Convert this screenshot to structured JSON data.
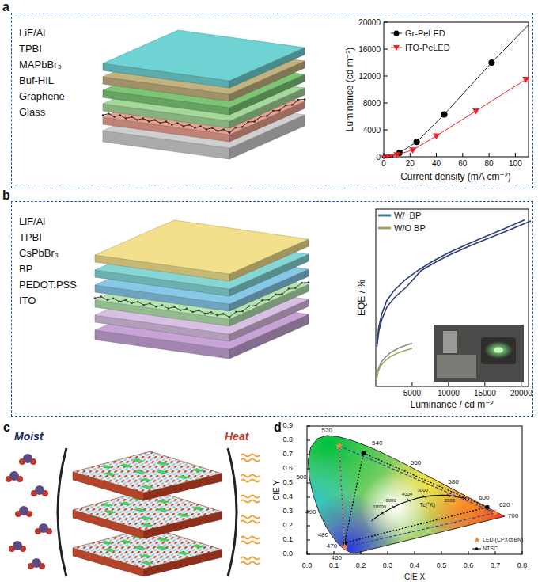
{
  "diagram": {
    "nodes": [
      {
        "text": [
          "a"
        ]
      },
      {
        "text": [
          "b"
        ]
      }
    ],
    "labels": [
      "LiF/Al",
      "TPBI",
      "MAPbBr₃",
      "Buf-HIL",
      "Graphene",
      "Glass",
      "Luminance (cd m⁻²)",
      "0",
      "4000",
      "8000",
      "12000",
      "16000",
      "20000",
      "0",
      "20",
      "40",
      "60",
      "80",
      "100",
      "Current density (mA cm⁻²)",
      "LiF/Al",
      "TPBI",
      "CsPbBr₃",
      "BP",
      "PEDOT:PSS",
      "ITO",
      "EQE / %",
      "5000",
      "10000",
      "15000",
      "20000",
      "Luminance / cd m⁻²",
      "c",
      "Moist",
      "Heat",
      "d",
      "CIE Y",
      "0.0",
      "0.1",
      "0.2",
      "0.3",
      "0.4",
      "0.5",
      "0.6",
      "0.7",
      "0.8",
      "0.9",
      "0.0",
      "0.1",
      "0.2",
      "0.3",
      "0.4",
      "0.5",
      "0.6",
      "0.7",
      "0.8",
      "CIE X",
      "460",
      "470",
      "480",
      "490",
      "500",
      "520",
      "540",
      "560",
      "580",
      "600",
      "620",
      "700",
      "Tc(°K)",
      "10000",
      "6000",
      "4000",
      "3000",
      "2000"
    ],
    "legend": [
      {
        "text": "Gr-PeLED"
      },
      {
        "text": "ITO-PeLED"
      },
      {
        "text": "W/  BP"
      },
      {
        "text": "W/O BP"
      },
      {
        "text": "LED (CPX@BN)"
      },
      {
        "text": "NTSC"
      }
    ]
  }
}
